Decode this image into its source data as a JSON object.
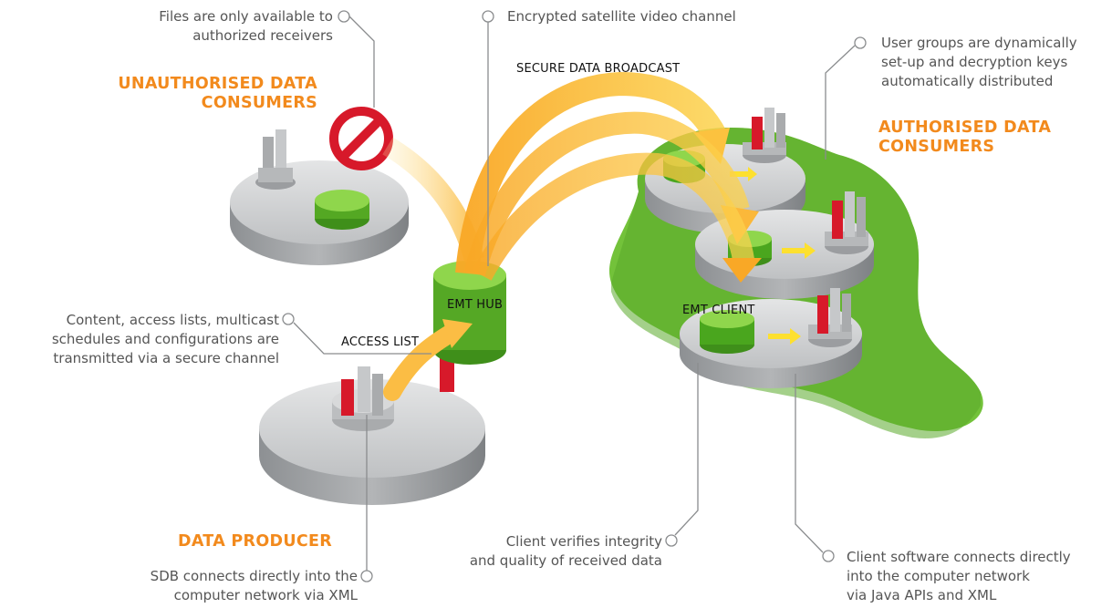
{
  "annotations": {
    "files_receivers": [
      "Files are only available to",
      "authorized receivers"
    ],
    "encrypted_channel": "Encrypted satellite video channel",
    "user_groups": [
      "User groups are dynamically",
      "set-up and decryption keys",
      "automatically distributed"
    ],
    "content_lists": [
      "Content, access lists, multicast",
      "schedules and configurations are",
      "transmitted via a secure channel"
    ],
    "client_verifies": [
      "Client verifies integrity",
      "and quality of received data"
    ],
    "sdb_connects": [
      "SDB connects directly into the",
      "computer network via XML"
    ],
    "client_software": [
      "Client software connects directly",
      "into the computer network",
      "via Java APIs and XML"
    ]
  },
  "headings": {
    "unauthorised": [
      "UNAUTHORISED DATA",
      "CONSUMERS"
    ],
    "authorised": [
      "AUTHORISED DATA",
      "CONSUMERS"
    ],
    "producer": "DATA PRODUCER"
  },
  "labels": {
    "secure_broadcast": "SECURE DATA BROADCAST",
    "emt_hub": "EMT HUB",
    "emt_client": "EMT CLIENT",
    "access_list": "ACCESS LIST"
  },
  "colors": {
    "heading": "#f28a1d",
    "text": "#555555",
    "green": "#6fc534",
    "arrow": "#fbb03b",
    "red": "#d7192a",
    "platform": "#cfd1d3"
  }
}
